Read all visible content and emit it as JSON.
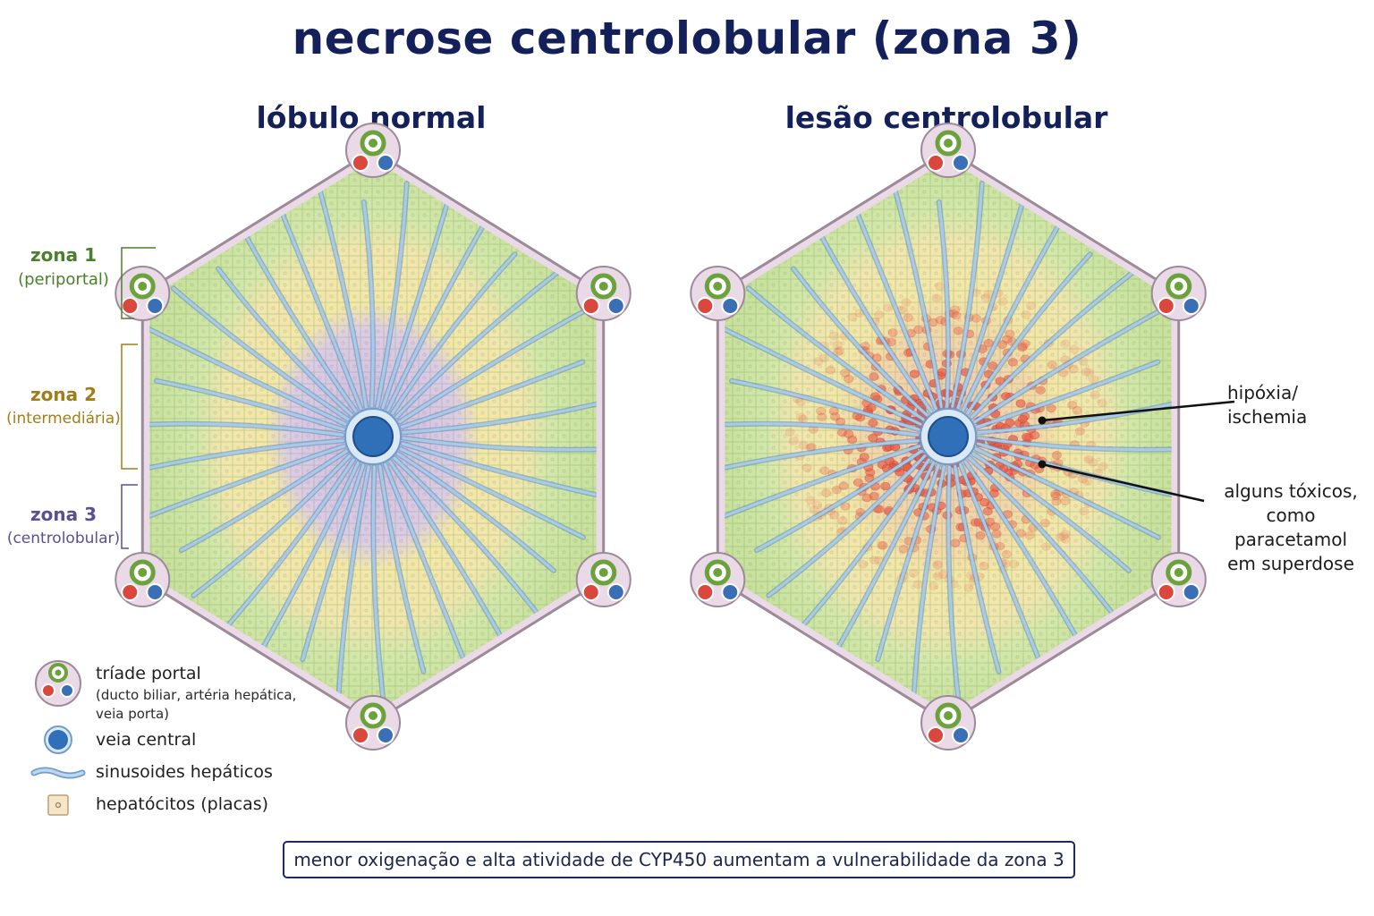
{
  "title": "necrose centrolobular (zona 3)",
  "panels": {
    "left": {
      "subtitle": "lóbulo normal"
    },
    "right": {
      "subtitle": "lesão centrolobular"
    }
  },
  "zones": [
    {
      "name": "zona 1",
      "desc": "(periportal)",
      "color": "#4a7f2c"
    },
    {
      "name": "zona 2",
      "desc": "(intermediária)",
      "color": "#a27d17"
    },
    {
      "name": "zona 3",
      "desc": "(centrolobular)",
      "color": "#5b4f93"
    }
  ],
  "legend": {
    "triad": "tríade portal",
    "triad_detail_1": "(ducto biliar, artéria hepática,",
    "triad_detail_2": "veia porta)",
    "central_vein": "veia central",
    "sinusoids": "sinusoides hepáticos",
    "hepatocytes": "hepatócitos (placas)"
  },
  "annotations": {
    "hypoxia_line1": "hipóxia/",
    "hypoxia_line2": "ischemia",
    "toxics_line1": "alguns tóxicos,",
    "toxics_line2": "como paracetamol",
    "toxics_line3": "em superdose"
  },
  "note": "menor oxigenação e alta atividade de CYP450 aumentam a vulnerabilidade da zona 3",
  "colors": {
    "title": "#13205a",
    "zone1_fill": "#cfe5a6",
    "zone2_fill": "#f3e7a8",
    "zone3_fill": "#d7c6e4",
    "necrosis": "#ea5b45",
    "central_vein": "#2f70b8",
    "sinusoid": "#a9cbe8",
    "bile_duct": "#6ba23c",
    "hepatic_artery": "#d9473d",
    "portal_vein": "#3a6fb6"
  }
}
